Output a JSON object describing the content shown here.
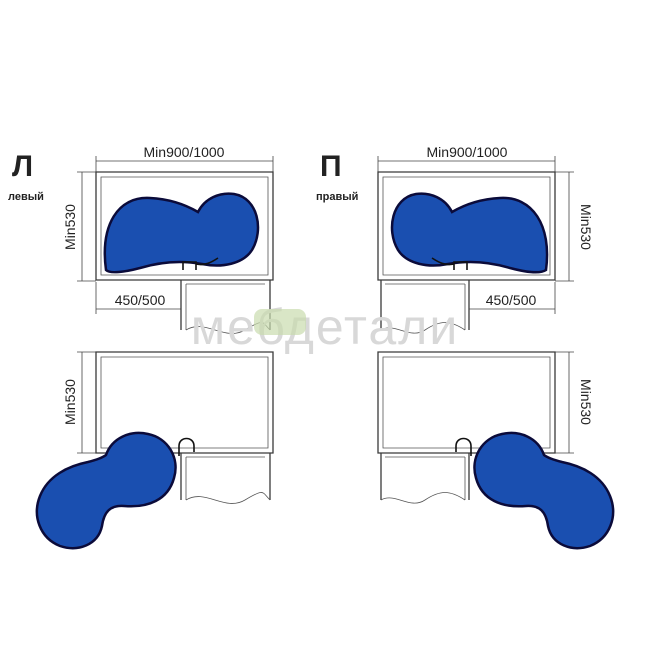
{
  "labels": {
    "left_letter": "Л",
    "left_word": "левый",
    "right_letter": "П",
    "right_word": "правый"
  },
  "dimensions": {
    "width": "Min900/1000",
    "depth": "Min530",
    "door": "450/500"
  },
  "watermark": "мебдетали",
  "colors": {
    "shelf_fill": "#1a4fb0",
    "shelf_stroke": "#0b0b3a",
    "watermark": "#d8d8d8",
    "watermark_logo": "#c9dcae"
  }
}
